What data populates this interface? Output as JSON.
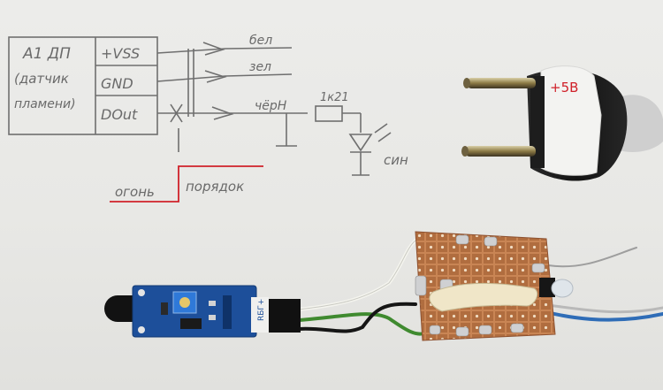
{
  "photo": {
    "sketch": {
      "module_title": "А1 ДП",
      "module_subtitle_1": "(датчик",
      "module_subtitle_2": "пламени)",
      "pins": [
        "+VSS",
        "GND",
        "DOut"
      ],
      "wire_labels": [
        "бел",
        "зел",
        "чёрН"
      ],
      "resistor_label": "1к21",
      "led_label": "син",
      "state_fire": "огонь",
      "state_ok": "порядок"
    },
    "plug": {
      "voltage_label": "+5В"
    },
    "pcb": {
      "header_label": "RБГ+"
    },
    "colors": {
      "paper": "#ececea",
      "pencil": "#6a6a6a",
      "red_pen": "#d0212a",
      "module_pcb": "#1d4f9a",
      "proto_board": "#c98554"
    }
  }
}
